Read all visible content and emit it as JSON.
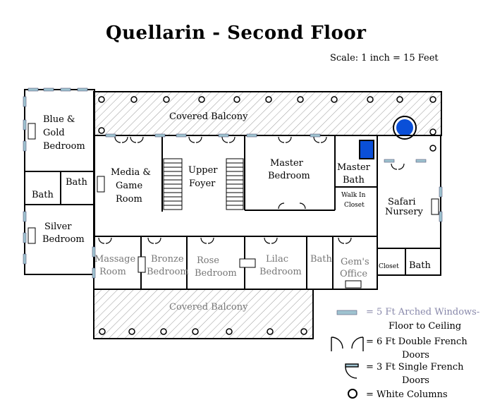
{
  "title": "Quellarin -  Second Floor",
  "scale": "Scale: 1 inch = 15 Feet",
  "rooms": {
    "blue_gold": [
      "Blue &",
      "Gold",
      "Bedroom"
    ],
    "covered_balcony_top": "Covered Balcony",
    "media": [
      "Media &",
      "Game",
      "Room"
    ],
    "upper_foyer": [
      "Upper",
      "Foyer"
    ],
    "master_bedroom": [
      "Master",
      "Bedroom"
    ],
    "master_bath": [
      "Master",
      "Bath"
    ],
    "walk_in": [
      "Walk In",
      "Closet"
    ],
    "safari": [
      "Safari",
      "Nursery"
    ],
    "bath_left": "Bath",
    "bath_left2": "Bath",
    "silver": [
      "Silver",
      "Bedroom"
    ],
    "massage": [
      "Massage",
      "Room"
    ],
    "bronze": [
      "Bronze",
      "Bedroom"
    ],
    "rose": [
      "Rose",
      "Bedroom"
    ],
    "lilac": [
      "Lilac",
      "Bedroom"
    ],
    "bath_mid": "Bath",
    "gems_office": [
      "Gem's",
      "Office"
    ],
    "closet": "Closet",
    "bath_right": "Bath",
    "covered_balcony_bottom": "Covered Balcony"
  },
  "legend": {
    "windows": [
      "= 5 Ft Arched Windows-",
      "Floor to Ceiling"
    ],
    "double_doors": [
      "= 6 Ft Double French",
      "Doors"
    ],
    "single_doors": [
      "= 3 Ft Single French",
      "Doors"
    ],
    "columns": "= White Columns"
  },
  "colors": {
    "window": "#9fc3d0",
    "pool": "#0a4fd8",
    "hatch": "#888888"
  }
}
